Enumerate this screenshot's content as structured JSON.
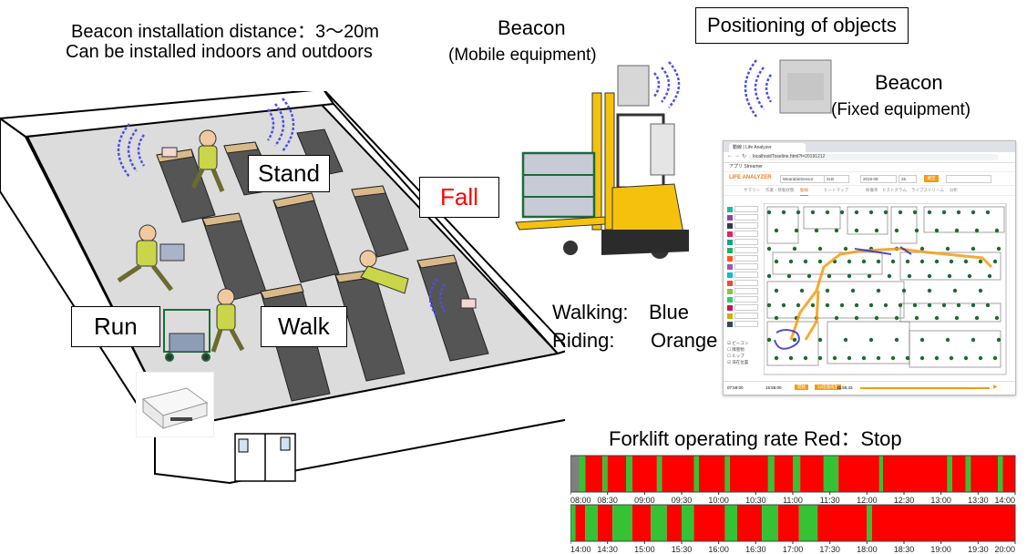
{
  "header_note": {
    "line1": "Beacon installation distance：3～20m",
    "line2": "Can be installed indoors and outdoors"
  },
  "beacon_mobile": {
    "title": "Beacon",
    "subtitle": "(Mobile equipment)"
  },
  "positioning_title": "Positioning of objects",
  "beacon_fixed": {
    "title": "Beacon",
    "subtitle": "(Fixed equipment)"
  },
  "activity_labels": {
    "stand": "Stand",
    "fall": "Fall",
    "run": "Run",
    "walk": "Walk"
  },
  "path_legend": {
    "walking_label": "Walking:",
    "walking_value": "Blue",
    "riding_label": "Riding:",
    "riding_value": "Orange"
  },
  "app_screenshot": {
    "tab_title": "動線 | Life Analyzer",
    "url": "localhost/Toseline.html?l=20191212",
    "bookmarks": "アプリ   Streamer",
    "brand": "LIFE ANALYZER",
    "select_sensor": "WearableSensor",
    "select_code": "2LB",
    "select_year": "2019-08",
    "select_day": "26",
    "ok_label": "確定",
    "nav_items": [
      "サマリー",
      "作業・移動状態",
      "動線",
      "ヒートマップ",
      "稼働率",
      "ヒストグラム",
      "ライブストリーム",
      "分析"
    ],
    "checkbox_items": [
      "ビーコン",
      "障害物",
      "ヒップ",
      "滞在位置"
    ],
    "time_start": "07:59:00",
    "time_end": "15:55:00",
    "time_mid": "15:55:43",
    "btn_a": "開始",
    "btn_b": "12倍速再生"
  },
  "rate_chart_title": "Forklift operating rate  Red：Stop",
  "colors": {
    "stop": "#ff0000",
    "run": "#35c235",
    "idle": "#7f7f7f",
    "walking": "#2222cc",
    "riding": "#f39c12",
    "fall_text": "#ff0000",
    "accent_orange": "#f39c12"
  },
  "icons": [
    "beacon-device-icon",
    "signal-waves-icon",
    "gateway-router-icon",
    "forklift-icon",
    "worker-icon",
    "shelf-icon"
  ],
  "chart_data": [
    {
      "type": "timeline",
      "title": "Forklift operating rate  Red：Stop",
      "x_ticks": [
        "08:00",
        "08:30",
        "09:00",
        "09:30",
        "10:00",
        "10:30",
        "11:00",
        "11:30",
        "12:00",
        "12:30",
        "13:00",
        "13:30",
        "14:00"
      ],
      "x_range": [
        "08:00",
        "14:00"
      ],
      "series": [
        {
          "name": "Red：Stop",
          "segments": [
            {
              "start": "08:00",
              "end": "08:07",
              "state": "idle"
            },
            {
              "start": "08:07",
              "end": "08:12",
              "state": "run"
            },
            {
              "start": "08:12",
              "end": "08:26",
              "state": "stop"
            },
            {
              "start": "08:26",
              "end": "08:30",
              "state": "run"
            },
            {
              "start": "08:30",
              "end": "08:45",
              "state": "stop"
            },
            {
              "start": "08:45",
              "end": "08:50",
              "state": "run"
            },
            {
              "start": "08:50",
              "end": "09:10",
              "state": "stop"
            },
            {
              "start": "09:10",
              "end": "09:14",
              "state": "run"
            },
            {
              "start": "09:14",
              "end": "09:40",
              "state": "stop"
            },
            {
              "start": "09:40",
              "end": "09:44",
              "state": "run"
            },
            {
              "start": "09:44",
              "end": "10:05",
              "state": "stop"
            },
            {
              "start": "10:05",
              "end": "10:09",
              "state": "run"
            },
            {
              "start": "10:09",
              "end": "10:40",
              "state": "stop"
            },
            {
              "start": "10:40",
              "end": "10:45",
              "state": "run"
            },
            {
              "start": "10:45",
              "end": "11:00",
              "state": "stop"
            },
            {
              "start": "11:00",
              "end": "11:06",
              "state": "run"
            },
            {
              "start": "11:06",
              "end": "11:25",
              "state": "stop"
            },
            {
              "start": "11:25",
              "end": "11:37",
              "state": "run"
            },
            {
              "start": "11:37",
              "end": "12:10",
              "state": "stop"
            },
            {
              "start": "12:10",
              "end": "12:13",
              "state": "run"
            },
            {
              "start": "12:13",
              "end": "13:05",
              "state": "stop"
            },
            {
              "start": "13:05",
              "end": "13:09",
              "state": "run"
            },
            {
              "start": "13:09",
              "end": "13:20",
              "state": "stop"
            },
            {
              "start": "13:20",
              "end": "13:24",
              "state": "run"
            },
            {
              "start": "13:24",
              "end": "13:46",
              "state": "stop"
            },
            {
              "start": "13:46",
              "end": "13:50",
              "state": "run"
            },
            {
              "start": "13:50",
              "end": "14:00",
              "state": "stop"
            }
          ]
        }
      ]
    },
    {
      "type": "timeline",
      "x_ticks": [
        "14:00",
        "14:30",
        "15:00",
        "15:30",
        "16:00",
        "16:30",
        "17:00",
        "17:30",
        "18:00",
        "18:30",
        "19:00",
        "19:30",
        "20:00"
      ],
      "x_range": [
        "14:00",
        "20:00"
      ],
      "series": [
        {
          "name": "Red：Stop",
          "segments": [
            {
              "start": "14:00",
              "end": "14:04",
              "state": "run"
            },
            {
              "start": "14:04",
              "end": "14:12",
              "state": "stop"
            },
            {
              "start": "14:12",
              "end": "14:22",
              "state": "run"
            },
            {
              "start": "14:22",
              "end": "14:34",
              "state": "stop"
            },
            {
              "start": "14:34",
              "end": "14:50",
              "state": "run"
            },
            {
              "start": "14:50",
              "end": "15:05",
              "state": "stop"
            },
            {
              "start": "15:05",
              "end": "15:18",
              "state": "run"
            },
            {
              "start": "15:18",
              "end": "15:30",
              "state": "stop"
            },
            {
              "start": "15:30",
              "end": "15:40",
              "state": "run"
            },
            {
              "start": "15:40",
              "end": "16:05",
              "state": "stop"
            },
            {
              "start": "16:05",
              "end": "16:15",
              "state": "run"
            },
            {
              "start": "16:15",
              "end": "16:35",
              "state": "stop"
            },
            {
              "start": "16:35",
              "end": "16:48",
              "state": "run"
            },
            {
              "start": "16:48",
              "end": "17:05",
              "state": "stop"
            },
            {
              "start": "17:05",
              "end": "17:20",
              "state": "run"
            },
            {
              "start": "17:20",
              "end": "18:00",
              "state": "stop"
            },
            {
              "start": "18:00",
              "end": "18:04",
              "state": "run"
            },
            {
              "start": "18:04",
              "end": "20:00",
              "state": "stop"
            }
          ]
        }
      ]
    }
  ]
}
